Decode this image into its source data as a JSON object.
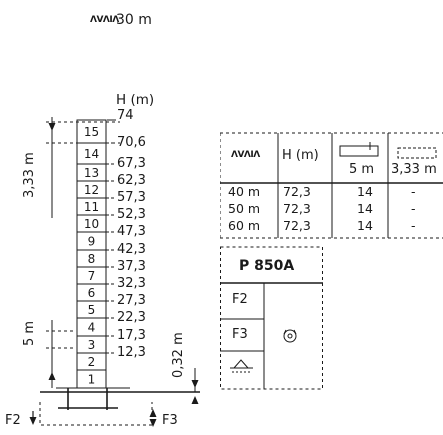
{
  "header": {
    "symbol": "ΛVΛIΛ",
    "length": "30 m"
  },
  "mast": {
    "unit_label": "H (m)",
    "top_value": "74",
    "sections": [
      {
        "num": "1",
        "height": ""
      },
      {
        "num": "2",
        "height": "12,3"
      },
      {
        "num": "3",
        "height": "17,3"
      },
      {
        "num": "4",
        "height": "22,3"
      },
      {
        "num": "5",
        "height": "27,3"
      },
      {
        "num": "6",
        "height": "32,3"
      },
      {
        "num": "7",
        "height": "37,3"
      },
      {
        "num": "8",
        "height": "42,3"
      },
      {
        "num": "9",
        "height": "47,3"
      },
      {
        "num": "10",
        "height": "52,3"
      },
      {
        "num": "11",
        "height": "57,3"
      },
      {
        "num": "12",
        "height": "62,3"
      },
      {
        "num": "13",
        "height": "67,3"
      },
      {
        "num": "14",
        "height": "70,6"
      },
      {
        "num": "15",
        "height": ""
      }
    ],
    "dim_top": "3,33 m",
    "dim_section": "5 m",
    "dim_base": "0,32 m",
    "force_left": "F2",
    "force_right": "F3"
  },
  "table": {
    "symbol": "ΛVΛIΛ",
    "col_h": "H (m)",
    "col_a": "5 m",
    "col_b": "3,33 m",
    "rows": [
      {
        "jib": "40 m",
        "h": "72,3",
        "a": "14",
        "b": "-"
      },
      {
        "jib": "50 m",
        "h": "72,3",
        "a": "14",
        "b": "-"
      },
      {
        "jib": "60 m",
        "h": "72,3",
        "a": "14",
        "b": "-"
      }
    ]
  },
  "base_box": {
    "title": "P 850A",
    "row1": "F2",
    "row2": "F3"
  }
}
